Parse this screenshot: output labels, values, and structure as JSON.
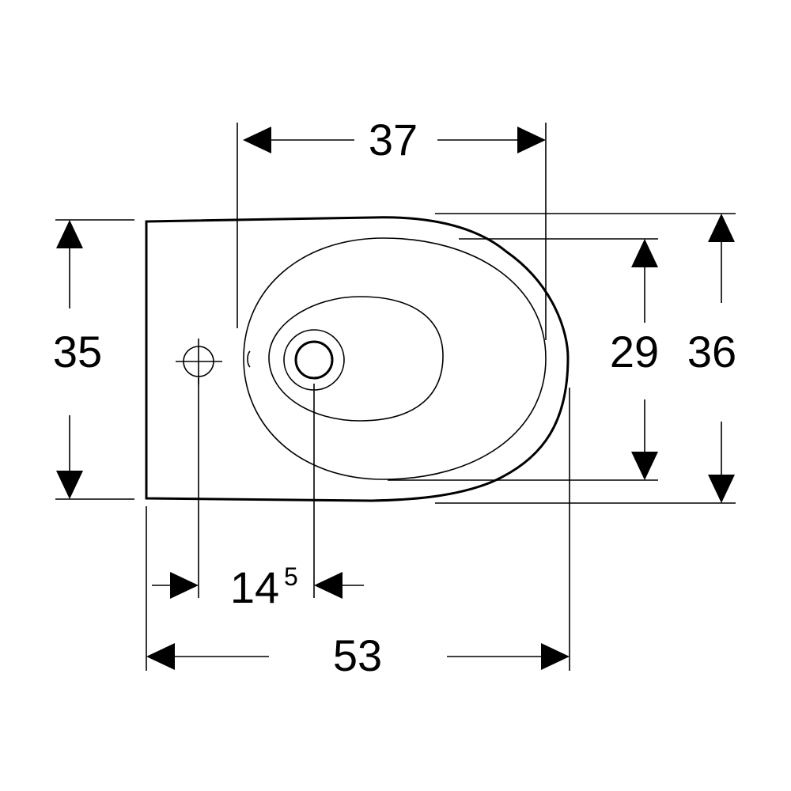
{
  "dimensions": {
    "top_width": "37",
    "left_height": "35",
    "inner_height": "29",
    "outer_height": "36",
    "offset_main": "14",
    "offset_sup": "5",
    "total_length": "53"
  },
  "colors": {
    "line": "#000000",
    "background": "#ffffff"
  },
  "icons": [
    "tap-hole-crosshair-icon",
    "drain-outlet-icon"
  ]
}
